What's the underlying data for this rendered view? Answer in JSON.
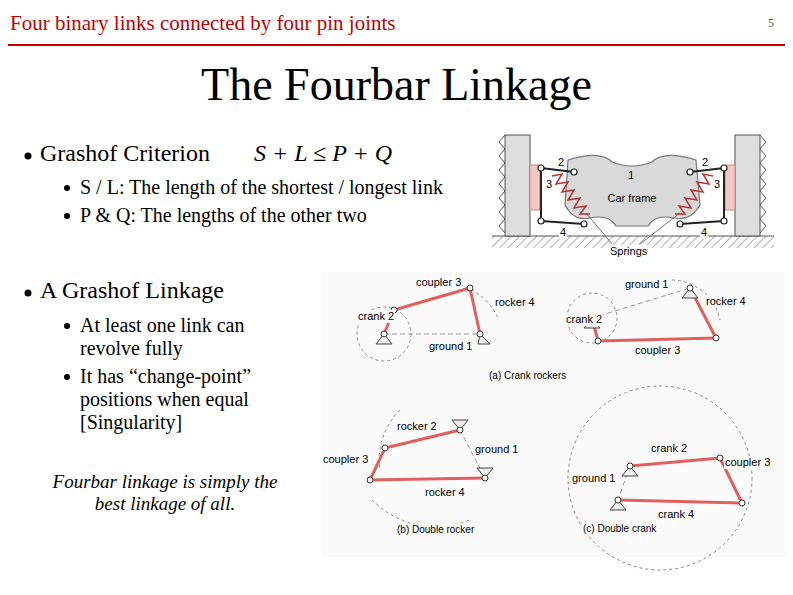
{
  "diagram": {
    "title": "The Fourbar Linkage",
    "nodes": [
      {
        "text": [
          "Car frame"
        ]
      }
    ],
    "labels": [
      "Four binary links connected by four pin joints",
      "5",
      "Grashof Criterion",
      "S + L ≤ P + Q",
      "S / L: The length of the shortest / longest link",
      "P & Q: The lengths of the other two",
      "A Grashof Linkage",
      "At least one link can revolve fully",
      "It has “change-point” positions when equal [Singularity]",
      "Fourbar linkage is simply the best linkage of all.",
      "2",
      "3",
      "1",
      "2",
      "3",
      "4",
      "4",
      "Springs",
      "coupler 3",
      "crank 2",
      "rocker 4",
      "ground 1",
      "ground 1",
      "crank 2",
      "rocker 4",
      "coupler 3",
      "(a) Crank rockers",
      "rocker 2",
      "ground 1",
      "coupler 3",
      "rocker 4",
      "(b) Double rocker",
      "crank 2",
      "ground 1",
      "coupler 3",
      "crank 4",
      "(c) Double crank"
    ]
  }
}
